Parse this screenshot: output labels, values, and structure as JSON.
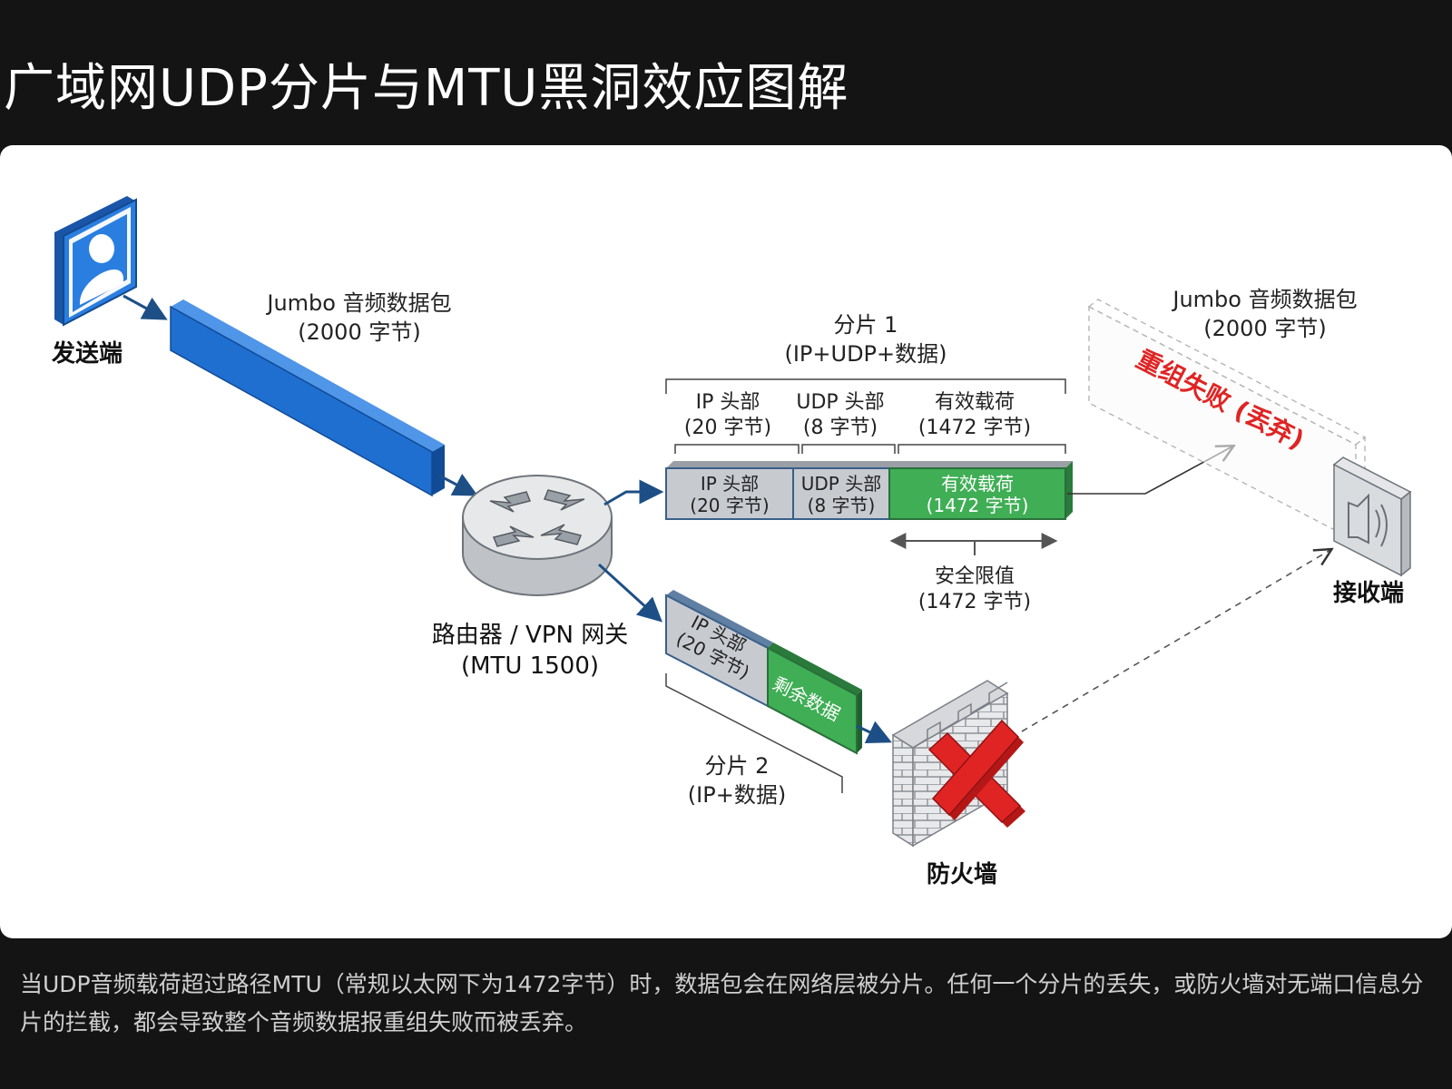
{
  "title": "广域网UDP分片与MTU黑洞效应图解",
  "caption": "当UDP音频载荷超过路径MTU（常规以太网下为1472字节）时，数据包会在网络层被分片。任何一个分片的丢失，或防火墙对无端口信息分片的拦截，都会导致整个音频数据报重组失败而被丢弃。",
  "diagram": {
    "sender": {
      "label": "发送端",
      "icon": "user-icon"
    },
    "jumbo_packet": {
      "line1": "Jumbo 音频数据包",
      "line2": "(2000 字节)"
    },
    "router": {
      "line1": "路由器 / VPN 网关",
      "line2": "(MTU 1500)",
      "icon": "router-icon"
    },
    "fragment1": {
      "title_line1": "分片 1",
      "title_line2": "(IP+UDP+数据)",
      "brackets": {
        "ip": {
          "line1": "IP 头部",
          "line2": "(20 字节)"
        },
        "udp": {
          "line1": "UDP 头部",
          "line2": "(8 字节)"
        },
        "payload": {
          "line1": "有效载荷",
          "line2": "(1472 字节)"
        }
      },
      "blocks": {
        "ip": {
          "line1": "IP 头部",
          "line2": "(20 字节)"
        },
        "udp": {
          "line1": "UDP 头部",
          "line2": "(8 字节)"
        },
        "payload": {
          "line1": "有效载荷",
          "line2": "(1472 字节)"
        }
      },
      "safe_limit": {
        "line1": "安全限值",
        "line2": "(1472 字节)"
      }
    },
    "fragment2": {
      "ip": {
        "line1": "IP 头部",
        "line2": "(20 字节)"
      },
      "data": "剩余数据",
      "title_line1": "分片 2",
      "title_line2": "(IP+数据)"
    },
    "firewall": {
      "label": "防火墙",
      "icon": "firewall-icon"
    },
    "reassembled": {
      "line1": "Jumbo 音频数据包",
      "line2": "(2000 字节)",
      "status": "重组失败 (丢弃)"
    },
    "receiver": {
      "label": "接收端",
      "icon": "speaker-icon"
    },
    "colors": {
      "blue": "#1f6fd1",
      "green": "#3fae55",
      "gray": "#b9bec4",
      "red": "#e02424",
      "navy": "#1d4f86"
    }
  }
}
